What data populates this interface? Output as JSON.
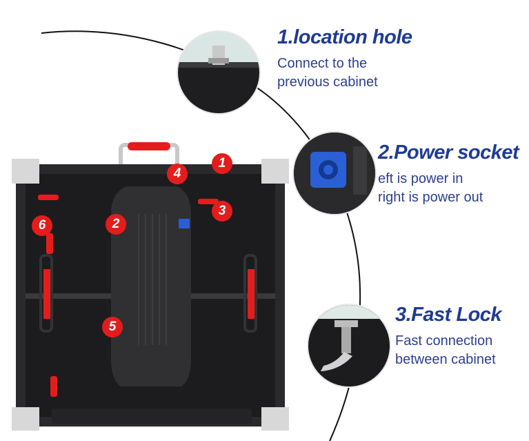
{
  "features": [
    {
      "title": "1.location hole",
      "desc_line1": "Connect to the",
      "desc_line2": "previous cabinet",
      "icon": "location-pin-icon"
    },
    {
      "title": "2.Power socket",
      "desc_line1": "eft is power in",
      "desc_line2": "right is power out",
      "icon": "power-socket-icon"
    },
    {
      "title": "3.Fast Lock",
      "desc_line1": "Fast connection",
      "desc_line2": "between cabinet",
      "icon": "fast-lock-icon"
    }
  ],
  "badges": [
    "1",
    "2",
    "3",
    "4",
    "5",
    "6"
  ],
  "colors": {
    "accent_red": "#e41c1c",
    "title_blue": "#1f3b93",
    "cabinet_black": "#1c1c1e"
  }
}
